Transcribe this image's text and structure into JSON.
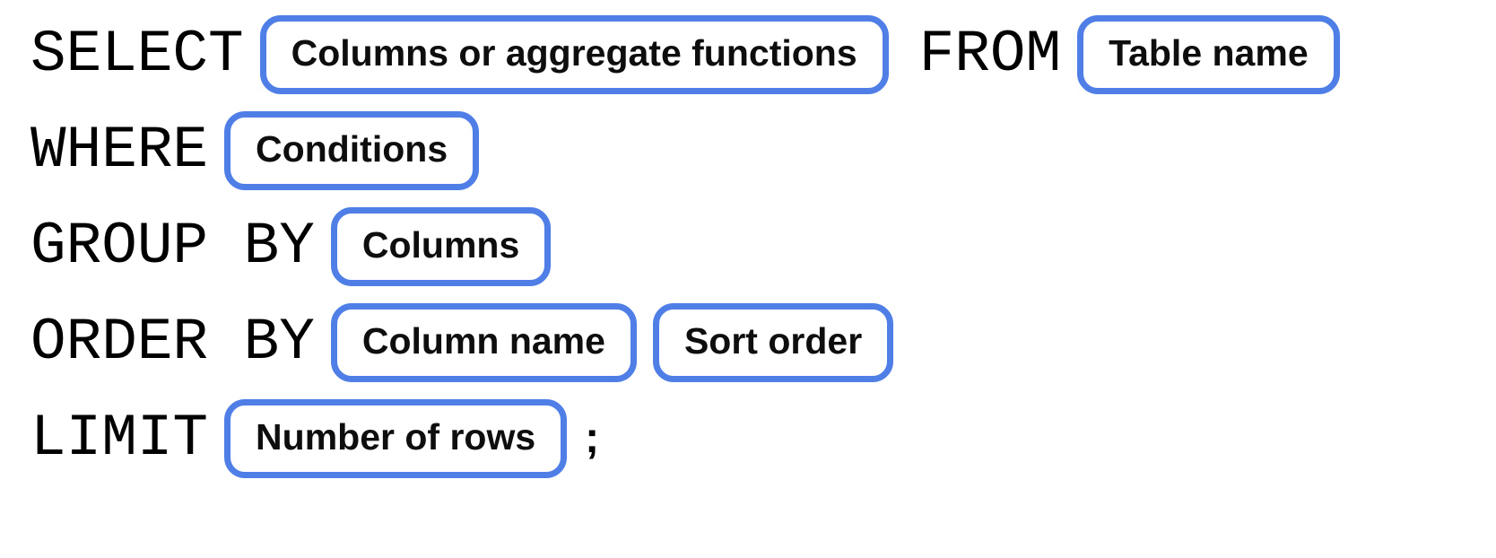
{
  "colors": {
    "pill_border": "#4f7fe6",
    "keyword_text": "#000000",
    "pill_text": "#0e0e0e",
    "background": "#ffffff"
  },
  "rows": [
    {
      "name": "select-from",
      "segments": [
        {
          "type": "keyword",
          "text": "SELECT"
        },
        {
          "type": "pill",
          "text": "Columns or aggregate functions"
        },
        {
          "type": "keyword",
          "text": "FROM"
        },
        {
          "type": "pill",
          "text": "Table name"
        }
      ]
    },
    {
      "name": "where",
      "segments": [
        {
          "type": "keyword",
          "text": "WHERE"
        },
        {
          "type": "pill",
          "text": "Conditions"
        }
      ]
    },
    {
      "name": "group-by",
      "segments": [
        {
          "type": "keyword",
          "text": "GROUP BY"
        },
        {
          "type": "pill",
          "text": "Columns"
        }
      ]
    },
    {
      "name": "order-by",
      "segments": [
        {
          "type": "keyword",
          "text": "ORDER BY"
        },
        {
          "type": "pill",
          "text": "Column name"
        },
        {
          "type": "pill",
          "text": "Sort order"
        }
      ]
    },
    {
      "name": "limit",
      "segments": [
        {
          "type": "keyword",
          "text": "LIMIT"
        },
        {
          "type": "pill",
          "text": "Number of rows"
        },
        {
          "type": "punctuation",
          "text": ";"
        }
      ]
    }
  ]
}
